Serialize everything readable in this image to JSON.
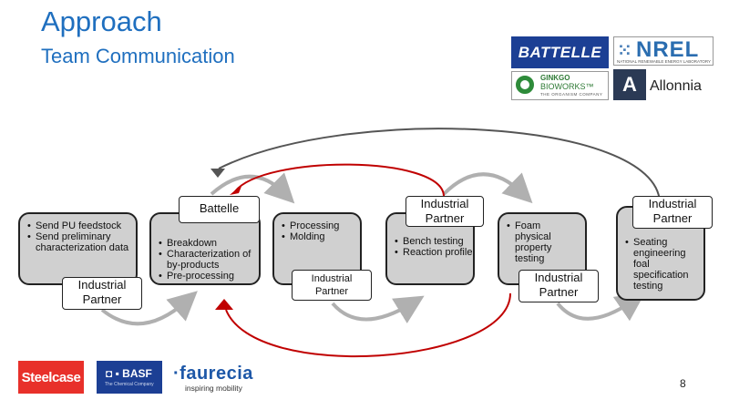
{
  "header": {
    "title": "Approach",
    "subtitle": "Team Communication"
  },
  "partner_logos": {
    "battelle": "BATTELLE",
    "nrel": {
      "mark": "⁙",
      "word": "NREL",
      "tagline": "NATIONAL RENEWABLE ENERGY LABORATORY"
    },
    "ginkgo": {
      "line1": "GINKGO",
      "line2": "BIOWORKS™",
      "line3": "THE ORGANISM COMPANY"
    },
    "allonnia": {
      "mark": "A",
      "word": "Allonnia"
    }
  },
  "process_steps": [
    {
      "owner": "Industrial Partner",
      "owner_lines": [
        "Industrial",
        "Partner"
      ],
      "bullets": [
        "Send PU feedstock",
        "Send preliminary characterization data"
      ]
    },
    {
      "owner": "Battelle",
      "owner_lines": [
        "Battelle"
      ],
      "bullets": [
        "Breakdown",
        "Characterization of by-products",
        "Pre-processing"
      ]
    },
    {
      "owner": "Industrial Partner",
      "owner_lines": [
        "Industrial",
        "Partner"
      ],
      "bullets": [
        "Processing",
        "Molding"
      ]
    },
    {
      "owner": "Industrial Partner",
      "owner_lines": [
        "Industrial",
        "Partner"
      ],
      "bullets": [
        "Bench testing",
        "Reaction profile"
      ]
    },
    {
      "owner": "Industrial Partner",
      "owner_lines": [
        "Industrial",
        "Partner"
      ],
      "bullets": [
        "Foam physical property testing"
      ]
    },
    {
      "owner": "Industrial Partner",
      "owner_lines": [
        "Industrial",
        "Partner"
      ],
      "bullets": [
        "Seating engineering foal specification testing"
      ]
    }
  ],
  "feedback_arrows": [
    {
      "from_step": 4,
      "to_step": 2,
      "color": "#c00000"
    },
    {
      "from_step": 5,
      "to_step": 2,
      "color": "#c00000"
    },
    {
      "from_step": 6,
      "to_step": 2,
      "color": "#555555"
    }
  ],
  "sponsor_logos": {
    "steelcase": "Steelcase",
    "basf": {
      "name": "◘ ▪ BASF",
      "tagline": "The Chemical Company"
    },
    "faurecia": {
      "name": "·faurecia",
      "tagline": "inspiring mobility"
    }
  },
  "colors": {
    "title": "#1f6fbf",
    "step_fill": "#d0d0d0",
    "forward_arrow": "#b0b0b0",
    "feedback_red": "#c00000",
    "feedback_gray": "#555555"
  },
  "page_number": "8"
}
